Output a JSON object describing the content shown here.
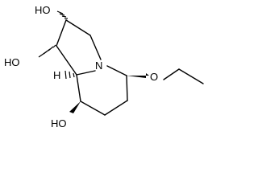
{
  "molecule": {
    "labels": {
      "oh_top": "HO",
      "oh_left": "HO",
      "h_stereo": "H",
      "n_atom": "N",
      "o_ether": "O",
      "oh_bottom": "HO"
    }
  }
}
